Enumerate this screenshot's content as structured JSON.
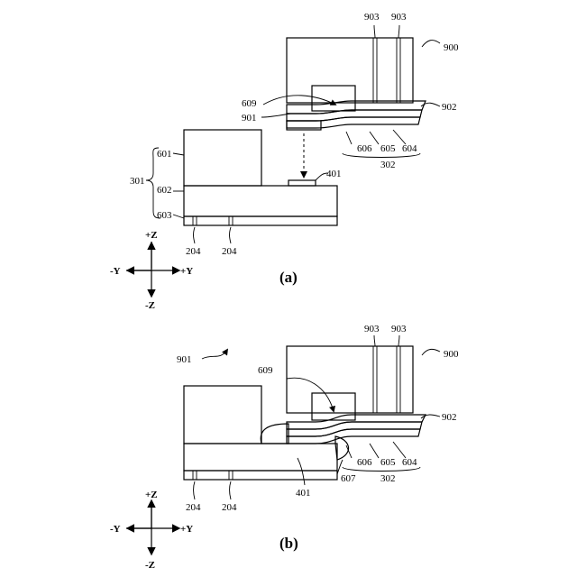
{
  "figure_a": {
    "caption": "(a)",
    "labels": {
      "l900": "900",
      "l903a": "903",
      "l903b": "903",
      "l902": "902",
      "l609": "609",
      "l901": "901",
      "l606": "606",
      "l605": "605",
      "l604": "604",
      "l302": "302",
      "l401": "401",
      "l601": "601",
      "l301": "301",
      "l602": "602",
      "l603": "603",
      "l204a": "204",
      "l204b": "204"
    },
    "axes": {
      "up": "+Z",
      "down": "-Z",
      "left": "-Y",
      "right": "+Y"
    }
  },
  "figure_b": {
    "caption": "(b)",
    "labels": {
      "l901": "901",
      "l903a": "903",
      "l903b": "903",
      "l900": "900",
      "l609": "609",
      "l902": "902",
      "l606": "606",
      "l605": "605",
      "l604": "604",
      "l302": "302",
      "l607": "607",
      "l401": "401",
      "l204a": "204",
      "l204b": "204"
    },
    "axes": {
      "up": "+Z",
      "down": "-Z",
      "left": "-Y",
      "right": "+Y"
    }
  }
}
